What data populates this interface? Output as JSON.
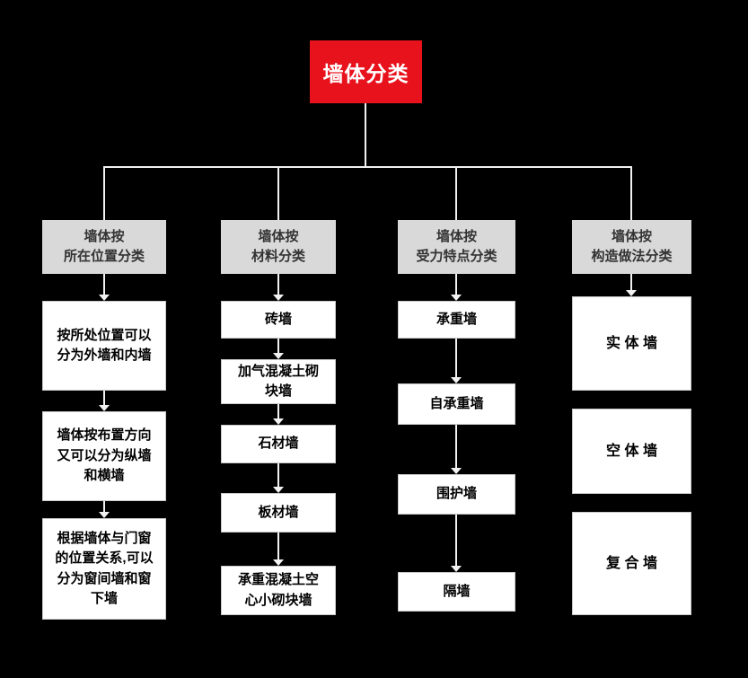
{
  "colors": {
    "bg": "#000000",
    "accent": "#e8121d",
    "root-text": "#ffffff",
    "header-bg": "#d9d9d9",
    "header-text": "#333333",
    "item-bg": "#ffffff",
    "item-text": "#000000",
    "line": "#f2f2f2"
  },
  "root": {
    "label": "墙体分类"
  },
  "columns": [
    {
      "header": "墙体按\n所在位置分类",
      "items": [
        "按所处位置可以\n分为外墙和内墙",
        "墙体按布置方向\n又可以分为纵墙\n和横墙",
        "根据墙体与门窗\n的位置关系,可以\n分为窗间墙和窗\n下墙"
      ]
    },
    {
      "header": "墙体按\n材料分类",
      "items": [
        "砖墙",
        "加气混凝土砌\n块墙",
        "石材墙",
        "板材墙",
        "承重混凝土空\n心小砌块墙"
      ]
    },
    {
      "header": "墙体按\n受力特点分类",
      "items": [
        "承重墙",
        "自承重墙",
        "围护墙",
        "隔墙"
      ]
    },
    {
      "header": "墙体按\n构造做法分类",
      "items": [
        "实 体 墙",
        "空 体 墙",
        "复 合 墙"
      ]
    }
  ]
}
